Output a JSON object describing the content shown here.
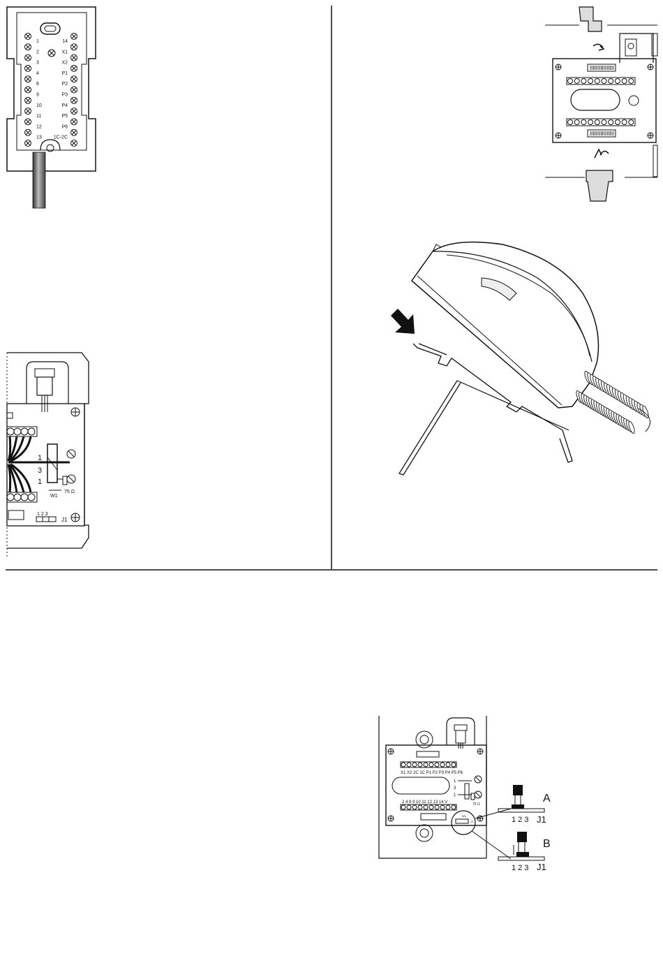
{
  "terminal_block": {
    "left_labels": [
      "1",
      "2",
      "3",
      "4",
      "8",
      "9",
      "10",
      "11",
      "12",
      "13"
    ],
    "right_labels": [
      "14",
      "X1",
      "X2",
      "P1",
      "P2",
      "P3",
      "P4",
      "P5",
      "P6",
      "1C-2C"
    ]
  },
  "pcb_detail": {
    "w1_label": "W1",
    "resistor_label": "75 Ω",
    "pins_label": "1 2 3",
    "jumper_name": "J1",
    "side_labels": [
      "1",
      "3",
      "1"
    ]
  },
  "bottom_board": {
    "top_row_label": "X1 X2 2C 1C P1 P2 P3 P4 P5 P6",
    "bottom_row_label": "2 4 8 9 10 11 12 13 14 V",
    "side_labels": [
      "1",
      "3",
      "1"
    ],
    "resistor_label": "75 Ω",
    "w1_label": "W1",
    "j1_small": "J1",
    "jumper_a": {
      "letter": "A",
      "pins": "1 2 3",
      "name": "J1"
    },
    "jumper_b": {
      "letter": "B",
      "pins": "1 2 3",
      "name": "J1"
    }
  }
}
